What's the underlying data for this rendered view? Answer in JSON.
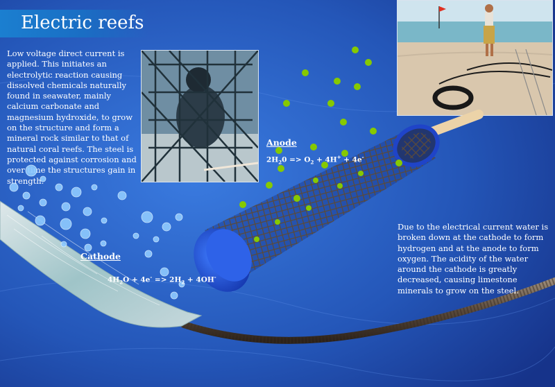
{
  "title": "Electric reefs",
  "intro_text": "Low voltage direct current is applied. This initiates an electrolytic reaction causing dissolved chemicals naturally found in seawater, mainly calcium carbonate and magnesium hydroxide, to grow on the structure and form a mineral rock similar to that of natural coral reefs. The steel is protected against corrosion and over time the structures gain in strength.",
  "explanation_text": "Due to the electrical current water is broken down at the cathode to form hydrogen and at the anode to form oxygen. The acidity of the water around the cathode is greatly decreased, causing limestone minerals to grow on the steel.",
  "anode": {
    "label": "Anode",
    "equation": {
      "a": "2H",
      "a_sub": "2",
      "b": "0 => O",
      "b_sub": "2",
      "c": " + 4H",
      "c_sup": "+",
      "d": " + 4e",
      "d_sup": "-"
    }
  },
  "cathode": {
    "label": "Cathode",
    "equation": {
      "a": "4H",
      "a_sub": "2",
      "b": "O + 4e",
      "b_sup": "-",
      "c": " => 2H",
      "c_sub": "2",
      "d": " + 4OH",
      "d_sup": "-"
    }
  },
  "colors": {
    "water": "#2a5fc0",
    "title_bar": "#1b7fd0",
    "anode_cap": "#1f4fd6",
    "bubble_green": "#8fd000",
    "bubble_blue": "#9fd0ff"
  }
}
